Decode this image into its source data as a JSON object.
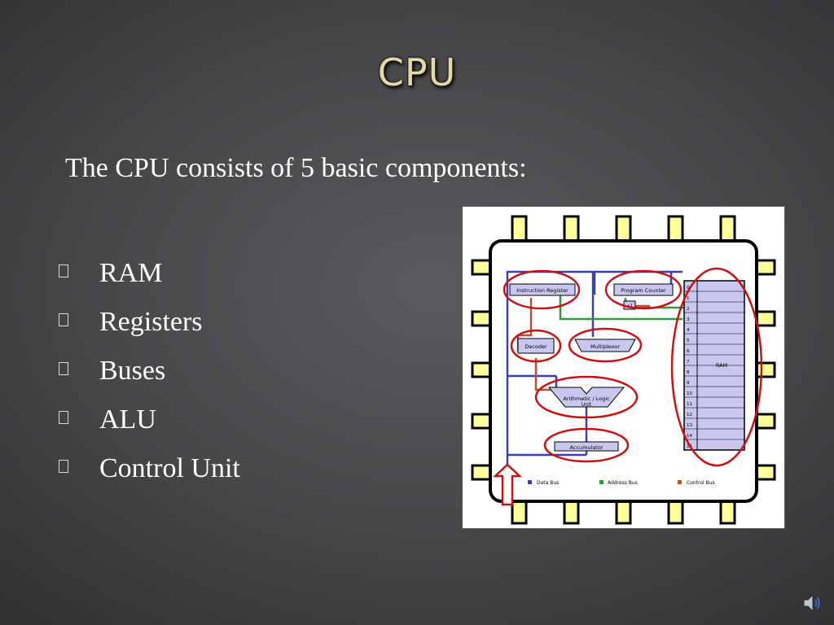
{
  "slide": {
    "title": "CPU",
    "intro": "The CPU consists of 5 basic components:",
    "bullets": [
      "RAM",
      "Registers",
      "Buses",
      "ALU",
      "Control Unit"
    ]
  },
  "diagram": {
    "blocks": {
      "instruction_register": "Instruction Register",
      "program_counter": "Program Counter",
      "decoder": "Decoder",
      "multiplexor": "Multiplexor",
      "alu_line1": "Arithmetic / Logic",
      "alu_line2": "Unit",
      "accumulator": "Accumulator",
      "ram": "RAM",
      "pc_increment": "+1"
    },
    "ram_addresses": [
      "0",
      "1",
      "2",
      "3",
      "4",
      "5",
      "6",
      "7",
      "8",
      "9",
      "10",
      "11",
      "12",
      "13",
      "14",
      "15"
    ],
    "legend": {
      "data_bus": "Data Bus",
      "address_bus": "Address Bus",
      "control_bus": "Control Bus"
    }
  },
  "colors": {
    "title": "#e6d7a4",
    "text": "#ffffff",
    "data_bus": "#3b3fb0",
    "address_bus": "#2e9a3c",
    "control_bus": "#b5532a",
    "highlight": "#cc1111",
    "pins": "#ffff99",
    "ram_fill": "#c9c6ef"
  },
  "icons": {
    "speaker": "speaker-icon",
    "bullet": "square-bullet-icon",
    "arrow": "up-arrow-icon"
  }
}
